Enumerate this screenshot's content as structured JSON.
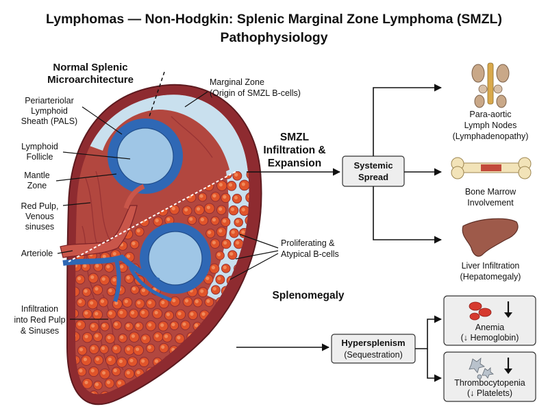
{
  "title": {
    "line1": "Lymphomas — Non-Hodgkin: Splenic Marginal Zone Lymphoma (SMZL)",
    "line2": "Pathophysiology"
  },
  "normal_section": {
    "heading_line1": "Normal Splenic",
    "heading_line2": "Microarchitecture"
  },
  "labels": {
    "marginal_zone": [
      "Marginal Zone",
      "(Origin of SMZL B-cells)"
    ],
    "pals": [
      "Periarteriolar",
      "Lymphoid",
      "Sheath (PALS)"
    ],
    "follicle": [
      "Lymphoid",
      "Follicle"
    ],
    "mantle": [
      "Mantle",
      "Zone"
    ],
    "red_pulp": [
      "Red Pulp,",
      "Venous",
      "sinuses"
    ],
    "arteriole": [
      "Arteriole"
    ],
    "infiltration": [
      "Infiltration",
      "into Red Pulp",
      "& Sinuses"
    ],
    "proliferating": [
      "Proliferating &",
      "Atypical B-cells"
    ]
  },
  "expansion": [
    "SMZL",
    "Infiltration &",
    "Expansion"
  ],
  "splenomegaly": "Splenomegaly",
  "systemic": [
    "Systemic",
    "Spread"
  ],
  "targets": {
    "lymph": [
      "Para-aortic",
      "Lymph Nodes",
      "(Lymphadenopathy)"
    ],
    "bone": [
      "Bone Marrow",
      "Involvement"
    ],
    "liver": [
      "Liver Infiltration",
      "(Hepatomegaly)"
    ]
  },
  "hypersplenism": {
    "bold": "Hypersplenism",
    "sub": "(Sequestration)"
  },
  "outcomes": {
    "anemia": [
      "Anemia",
      "(↓ Hemoglobin)"
    ],
    "thrombo": [
      "Thrombocytopenia",
      "(↓ Platelets)"
    ]
  },
  "icons": [
    "kidney-aorta-icon",
    "bone-icon",
    "liver-icon",
    "red-cell-icon",
    "platelet-icon",
    "down-arrow-icon"
  ],
  "colors": {
    "capsule": "#8e2b30",
    "red_pulp": "#b2473f",
    "marginal_zone": "#c9e0ee",
    "follicle": "#9fc6e6",
    "mantle": "#2f68b5",
    "b_cell": "#e0542a",
    "box_fill": "#eeeeee"
  }
}
